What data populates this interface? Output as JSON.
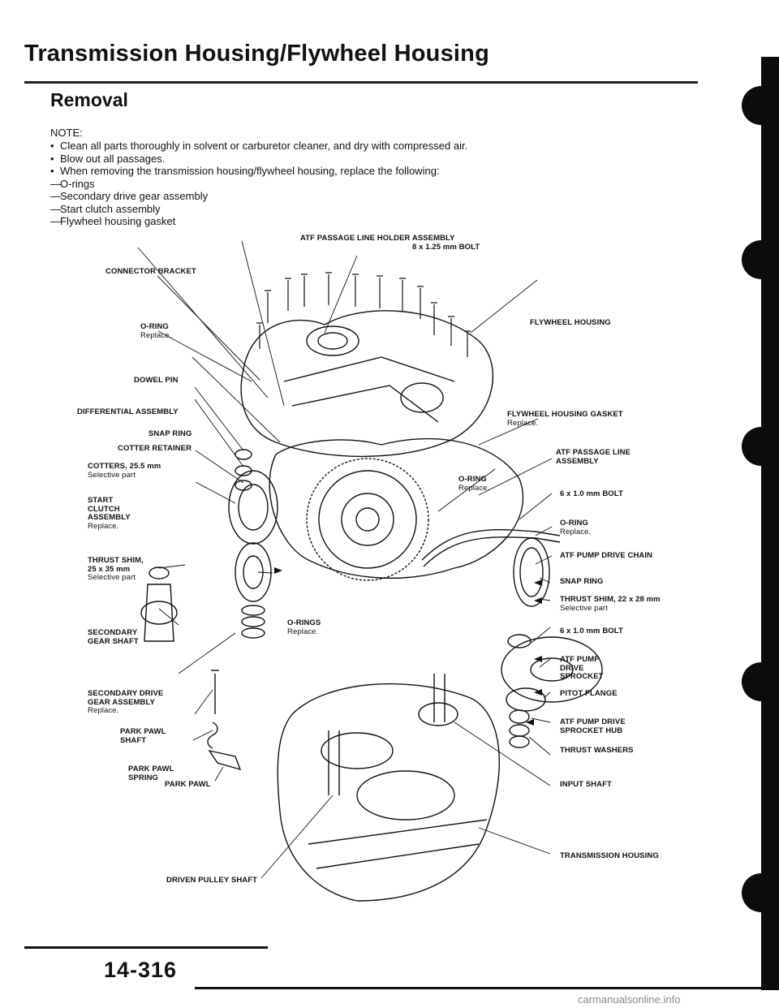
{
  "header": {
    "title": "Transmission Housing/Flywheel Housing"
  },
  "section": {
    "title": "Removal"
  },
  "note": {
    "label": "NOTE:",
    "bullets": [
      "Clean all parts thoroughly in solvent or carburetor cleaner, and dry with compressed air.",
      "Blow out all passages.",
      "When removing the transmission housing/flywheel housing, replace the following:"
    ],
    "replace_items": [
      "O-rings",
      "Secondary drive gear assembly",
      "Start clutch assembly",
      "Flywheel housing gasket"
    ]
  },
  "labels": {
    "atf_passage_line_holder": "ATF PASSAGE LINE HOLDER ASSEMBLY",
    "bolt_8x125": "8 x 1.25 mm BOLT",
    "connector_bracket": "CONNECTOR BRACKET",
    "flywheel_housing": "FLYWHEEL HOUSING",
    "o_ring_1": "O-RING",
    "o_ring_1_sub": "Replace.",
    "dowel_pin": "DOWEL PIN",
    "differential_assembly": "DIFFERENTIAL ASSEMBLY",
    "flywheel_housing_gasket": "FLYWHEEL HOUSING GASKET",
    "flywheel_housing_gasket_sub": "Replace.",
    "snap_ring_1": "SNAP RING",
    "cotter_retainer": "COTTER RETAINER",
    "atf_passage_line_assembly": "ATF PASSAGE LINE ASSEMBLY",
    "cotters": "COTTERS, 25.5 mm",
    "cotters_sub": "Selective part",
    "o_ring_2": "O-RING",
    "o_ring_2_sub": "Replace.",
    "bolt_6x10_1": "6 x 1.0 mm BOLT",
    "start_clutch": "START CLUTCH ASSEMBLY",
    "start_clutch_sub": "Replace.",
    "o_ring_3": "O-RING",
    "o_ring_3_sub": "Replace.",
    "thrust_shim_25": "THRUST SHIM, 25 x 35 mm",
    "thrust_shim_25_sub": "Selective part",
    "atf_pump_drive_chain": "ATF PUMP DRIVE CHAIN",
    "snap_ring_2": "SNAP RING",
    "thrust_shim_22": "THRUST SHIM, 22 x 28 mm",
    "thrust_shim_22_sub": "Selective part",
    "secondary_gear_shaft": "SECONDARY GEAR SHAFT",
    "o_rings": "O-RINGS",
    "o_rings_sub": "Replace.",
    "bolt_6x10_2": "6 x 1.0 mm BOLT",
    "atf_pump_drive_sprocket": "ATF PUMP DRIVE SPROCKET",
    "secondary_drive_gear": "SECONDARY DRIVE GEAR ASSEMBLY",
    "secondary_drive_gear_sub": "Replace.",
    "pitot_flange": "PITOT FLANGE",
    "park_pawl_shaft": "PARK PAWL SHAFT",
    "atf_pump_drive_sprocket_hub": "ATF PUMP DRIVE SPROCKET HUB",
    "thrust_washers": "THRUST WASHERS",
    "park_pawl_spring": "PARK PAWL SPRING",
    "input_shaft": "INPUT SHAFT",
    "park_pawl": "PARK PAWL",
    "transmission_housing": "TRANSMISSION HOUSING",
    "driven_pulley_shaft": "DRIVEN PULLEY SHAFT"
  },
  "footer": {
    "page_number": "14-316",
    "watermark": "carmanualsonline.info"
  }
}
